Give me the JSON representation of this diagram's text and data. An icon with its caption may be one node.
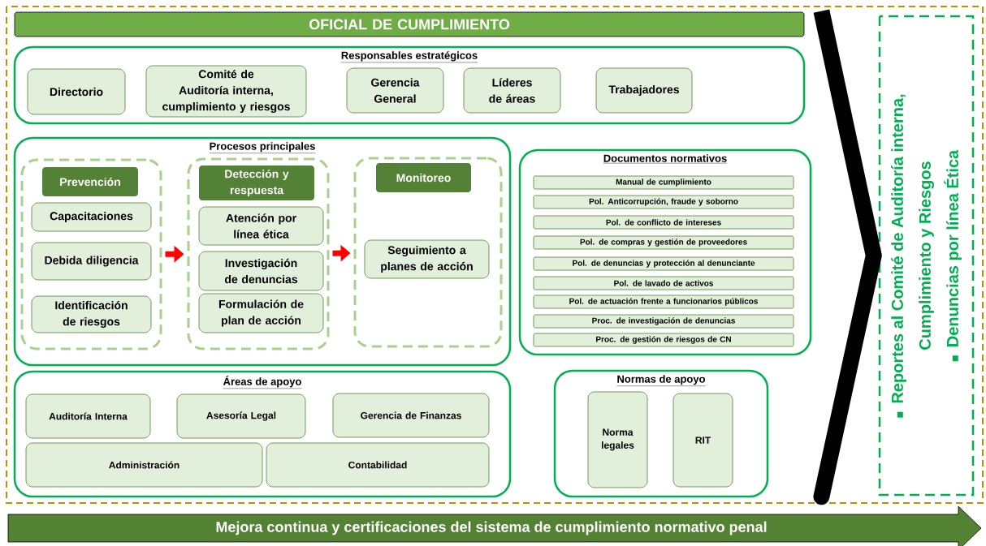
{
  "diagram": {
    "nodes": [
      {
        "text": [
          "OFICIAL DE CUMPLIMIENTO"
        ]
      },
      {
        "text": [
          "Responsables estratégicos"
        ]
      },
      {
        "text": [
          "Directorio"
        ],
        "in": 1
      },
      {
        "text": [
          "Comité de Auditoría interna, cumplimiento y riesgos"
        ],
        "in": 1
      },
      {
        "text": [
          "Gerencia General"
        ],
        "in": 1
      },
      {
        "text": [
          "Líderes de áreas"
        ],
        "in": 1
      },
      {
        "text": [
          "Trabajadores"
        ],
        "in": 1
      },
      {
        "text": [
          "Procesos principales"
        ]
      },
      {
        "text": [],
        "shape": "box",
        "in": 7
      },
      {
        "text": [
          "Prevención"
        ],
        "in": 8
      },
      {
        "text": [
          "Capacitaciones"
        ],
        "in": 8
      },
      {
        "text": [
          "Debida diligencia"
        ],
        "in": 8
      },
      {
        "text": [
          "Identificación de riesgos"
        ],
        "in": 8
      },
      {
        "text": [],
        "shape": "box",
        "in": 7
      },
      {
        "text": [
          "Detección y respuesta"
        ],
        "in": 13
      },
      {
        "text": [
          "Atención por línea ética"
        ],
        "in": 13
      },
      {
        "text": [
          "Investigación de denuncias"
        ],
        "in": 13
      },
      {
        "text": [
          "Formulación de plan de acción"
        ],
        "in": 13
      },
      {
        "text": [],
        "shape": "box",
        "in": 7
      },
      {
        "text": [
          "Monitoreo"
        ],
        "in": 18
      },
      {
        "text": [
          "Seguimiento a planes de acción"
        ],
        "in": 18
      },
      {
        "text": [
          "Documentos normativos"
        ]
      },
      {
        "text": [
          "Manual de cumplimiento"
        ],
        "in": 21
      },
      {
        "text": [
          "Pol. Anticorrupción, fraude y soborno"
        ],
        "in": 21
      },
      {
        "text": [
          "Pol. de conflicto de intereses"
        ],
        "in": 21
      },
      {
        "text": [
          "Pol. de compras y gestión de proveedores"
        ],
        "in": 21
      },
      {
        "text": [
          "Pol. de denuncias y protección al denunciante"
        ],
        "in": 21
      },
      {
        "text": [
          "Pol. de lavado de activos"
        ],
        "in": 21
      },
      {
        "text": [
          "Pol. de actuación frente a funcionarios públicos"
        ],
        "in": 21
      },
      {
        "text": [
          "Proc. de investigación de denuncias"
        ],
        "in": 21
      },
      {
        "text": [
          "Proc. de gestión de riesgos de CN"
        ],
        "in": 21
      },
      {
        "text": [
          "Áreas de apoyo"
        ]
      },
      {
        "text": [
          "Auditoría Interna"
        ],
        "in": 31
      },
      {
        "text": [
          "Asesoría Legal"
        ],
        "in": 31
      },
      {
        "text": [
          "Gerencia de Finanzas"
        ],
        "in": 31
      },
      {
        "text": [
          "Administración"
        ],
        "in": 31
      },
      {
        "text": [
          "Contabilidad"
        ],
        "in": 31
      },
      {
        "text": [
          "Normas de apoyo"
        ]
      },
      {
        "text": [
          "Norma legales"
        ],
        "in": 37
      },
      {
        "text": [
          "RIT"
        ],
        "in": 37
      },
      {
        "text": [
          "Reportes al Comité de Auditoría interna, Cumplimiento y Riesgos",
          "Denuncias por línea Ética"
        ]
      },
      {
        "text": [
          "Mejora continua y certificaciones del sistema de cumplimiento normativo penal"
        ]
      }
    ],
    "edges": [
      {
        "from": 8,
        "to": 13,
        "arrow": "to",
        "color": "#ff0000"
      },
      {
        "from": 13,
        "to": 18,
        "arrow": "to",
        "color": "#ff0000"
      },
      {
        "from": 0,
        "to": 40,
        "arrow": "none",
        "style": "thick",
        "color": "#000000"
      }
    ]
  }
}
